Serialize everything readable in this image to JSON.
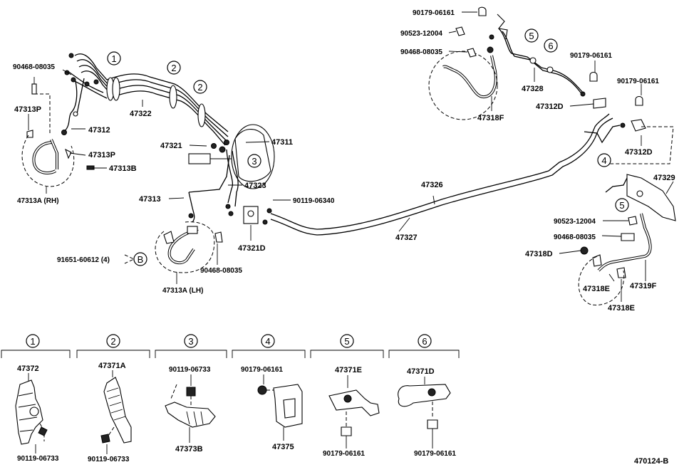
{
  "diagram_id": "470124-B",
  "callouts": [
    "1",
    "2",
    "3",
    "4",
    "5",
    "6"
  ],
  "labels": {
    "l_90468_08035_a": "90468-08035",
    "l_47313P_a": "47313P",
    "l_47312": "47312",
    "l_47313P_b": "47313P",
    "l_47313B": "47313B",
    "l_47313A_RH": "47313A (RH)",
    "l_47322": "47322",
    "l_47321": "47321",
    "l_47311": "47311",
    "l_47323": "47323",
    "l_47313": "47313",
    "l_90119_06340": "90119-06340",
    "l_47321D": "47321D",
    "l_91651": "91651-60612 (4)",
    "l_B": "B",
    "l_90468_08035_b": "90468-08035",
    "l_47313A_LH": "47313A (LH)",
    "l_47326": "47326",
    "l_47327": "47327",
    "l_90179_06161_a": "90179-06161",
    "l_90523_12004_a": "90523-12004",
    "l_90468_08035_c": "90468-08035",
    "l_47318F": "47318F",
    "l_47328": "47328",
    "l_90179_06161_b": "90179-06161",
    "l_90179_06161_c": "90179-06161",
    "l_47312D_a": "47312D",
    "l_47312D_b": "47312D",
    "l_47329": "47329",
    "l_90523_12004_b": "90523-12004",
    "l_90468_08035_d": "90468-08035",
    "l_47318D": "47318D",
    "l_47318E_a": "47318E",
    "l_47319F": "47319F",
    "l_47318E_b": "47318E"
  },
  "legend": [
    {
      "num": "1",
      "part": "47372",
      "extra": "90119-06733"
    },
    {
      "num": "2",
      "part": "47371A",
      "extra": "90119-06733"
    },
    {
      "num": "3",
      "part": "47373B",
      "extra": "90119-06733"
    },
    {
      "num": "4",
      "part": "47375",
      "extra": "90179-06161"
    },
    {
      "num": "5",
      "part": "47371E",
      "extra": "90179-06161"
    },
    {
      "num": "6",
      "part": "47371D",
      "extra": "90179-06161"
    }
  ]
}
